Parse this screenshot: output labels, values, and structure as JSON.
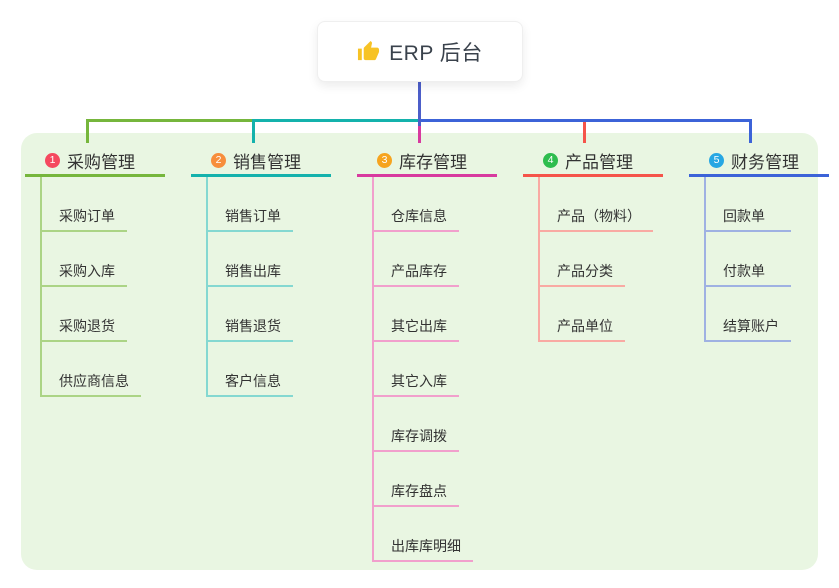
{
  "root": {
    "icon": "thumbs-up",
    "title": "ERP 后台"
  },
  "colors": {
    "canvas_bg": "#ffffff",
    "panel_bg": "#e9f6e2",
    "root_connector": "#4c5ec9",
    "text": "#333333",
    "root_text": "#3a424c",
    "thumb_icon": "#f7c325"
  },
  "branches": [
    {
      "number": "1",
      "title": "采购管理",
      "badge_color": "#f5495f",
      "line_color": "#76b63c",
      "light_color": "#abd485",
      "children": [
        "采购订单",
        "采购入库",
        "采购退货",
        "供应商信息"
      ]
    },
    {
      "number": "2",
      "title": "销售管理",
      "badge_color": "#f78e3c",
      "line_color": "#14b2ac",
      "light_color": "#84d8d1",
      "children": [
        "销售订单",
        "销售出库",
        "销售退货",
        "客户信息"
      ]
    },
    {
      "number": "3",
      "title": "库存管理",
      "badge_color": "#f6a41f",
      "line_color": "#d83a9f",
      "light_color": "#f19fcc",
      "children": [
        "仓库信息",
        "产品库存",
        "其它出库",
        "其它入库",
        "库存调拨",
        "库存盘点",
        "出库库明细"
      ]
    },
    {
      "number": "4",
      "title": "产品管理",
      "badge_color": "#2ebd4e",
      "line_color": "#f5544a",
      "light_color": "#f9aaa3",
      "children": [
        "产品（物料）",
        "产品分类",
        "产品单位"
      ]
    },
    {
      "number": "5",
      "title": "财务管理",
      "badge_color": "#27a7e3",
      "line_color": "#3c63d8",
      "light_color": "#9fb1e2",
      "children": [
        "回款单",
        "付款单",
        "结算账户"
      ]
    }
  ]
}
